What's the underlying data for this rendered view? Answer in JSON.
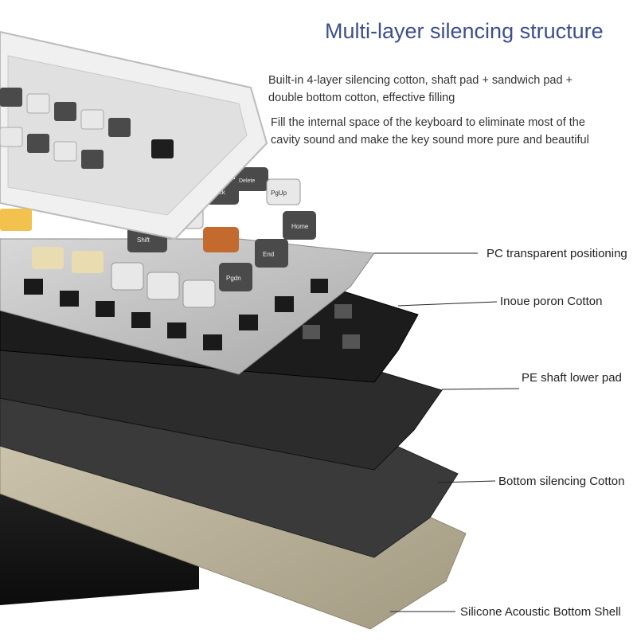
{
  "title": "Multi-layer silencing structure",
  "description": {
    "line1": "Built-in 4-layer silencing cotton, shaft pad + sandwich pad +",
    "line2": "double bottom cotton, effective filling",
    "line3": "Fill the internal space of the keyboard to eliminate most of the",
    "line4": "cavity sound and make the key sound more pure and beautiful"
  },
  "layers": [
    {
      "label": "PC transparent positioning",
      "color": "#c9c9c9"
    },
    {
      "label": "Inoue poron Cotton",
      "color": "#1e1e1e"
    },
    {
      "label": "PE shaft lower pad",
      "color": "#2b2b2b"
    },
    {
      "label": "Bottom silencing Cotton",
      "color": "#383838"
    },
    {
      "label": "Silicone Acoustic Bottom Shell",
      "color": "#b5ac95"
    }
  ],
  "keycaps": [
    "Home",
    "End",
    "Pgdn",
    "PgUp",
    "Back",
    "Shift",
    "Delete"
  ],
  "colors": {
    "frame": "#e4e4e4",
    "case": "#f0f0f0",
    "key_dark": "#4a4a4a",
    "key_light": "#e8e8e8",
    "key_accent": "#c46a2e",
    "switch": "#e8dcb0"
  }
}
